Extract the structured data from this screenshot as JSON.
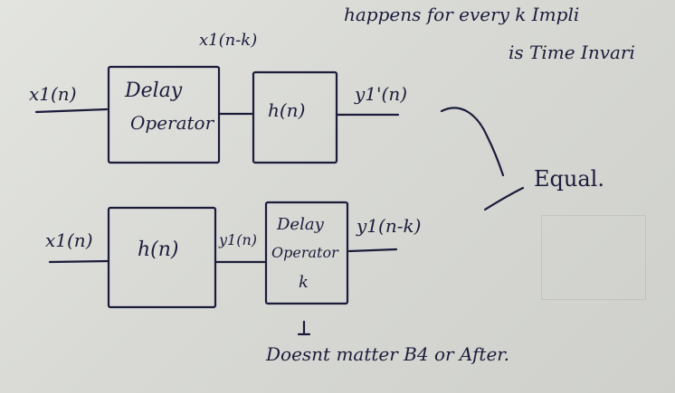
{
  "top_note": {
    "line1": "happens for every k Impli",
    "line2": "is Time Invari"
  },
  "top_diagram": {
    "input_label": "x1(n)",
    "delay_block": {
      "line1": "Delay",
      "line2": "Operator"
    },
    "mid_label": "x1(n-k)",
    "system_block": "h(n)",
    "output_label": "y1'(n)"
  },
  "bottom_diagram": {
    "input_label": "x1(n)",
    "system_block": "h(n)",
    "mid_label": "y1(n)",
    "delay_block": {
      "line1": "Delay",
      "line2": "Operator",
      "line3": "k"
    },
    "output_label": "y1(n-k)"
  },
  "equal_label": "Equal.",
  "footer_note": "Doesnt matter B4 or After.",
  "colors": {
    "ink": "#1b1c3a",
    "paper": "#d9dad6"
  }
}
